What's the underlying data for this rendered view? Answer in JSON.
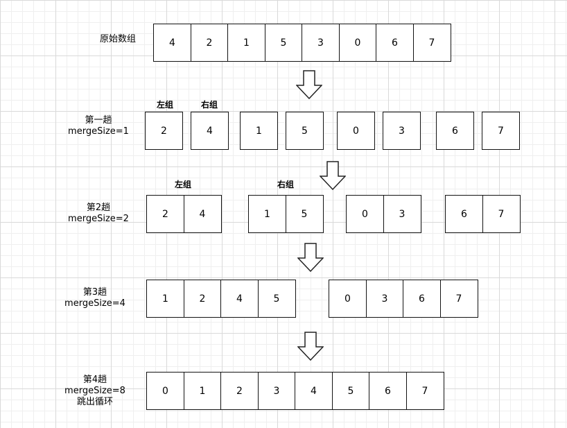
{
  "rows": [
    {
      "label": "原始数组",
      "groups": [
        {
          "values": [
            "4",
            "2",
            "1",
            "5",
            "3",
            "0",
            "6",
            "7"
          ]
        }
      ]
    },
    {
      "label": "第一趟\nmergeSize=1",
      "groups": [
        {
          "values": [
            "2"
          ]
        },
        {
          "values": [
            "4"
          ]
        },
        {
          "values": [
            "1"
          ]
        },
        {
          "values": [
            "5"
          ]
        },
        {
          "values": [
            "0"
          ]
        },
        {
          "values": [
            "3"
          ]
        },
        {
          "values": [
            "6"
          ]
        },
        {
          "values": [
            "7"
          ]
        }
      ]
    },
    {
      "label": "第2趟\nmergeSize=2",
      "groups": [
        {
          "values": [
            "2",
            "4"
          ]
        },
        {
          "values": [
            "1",
            "5"
          ]
        },
        {
          "values": [
            "0",
            "3"
          ]
        },
        {
          "values": [
            "6",
            "7"
          ]
        }
      ]
    },
    {
      "label": "第3趟\nmergeSize=4",
      "groups": [
        {
          "values": [
            "1",
            "2",
            "4",
            "5"
          ]
        },
        {
          "values": [
            "0",
            "3",
            "6",
            "7"
          ]
        }
      ]
    },
    {
      "label": "第4趟\nmergeSize=8\n跳出循环",
      "groups": [
        {
          "values": [
            "0",
            "1",
            "2",
            "3",
            "4",
            "5",
            "6",
            "7"
          ]
        }
      ]
    }
  ],
  "group_labels": {
    "left": "左组",
    "right": "右组"
  }
}
